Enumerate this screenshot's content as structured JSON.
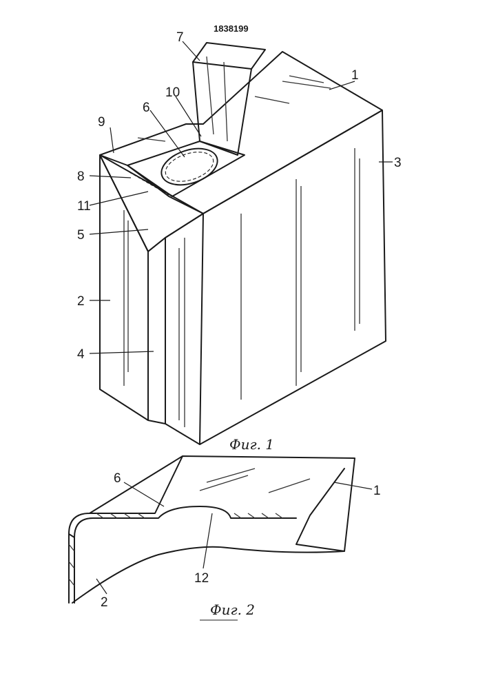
{
  "document": {
    "patent_number": "1838199",
    "figures": [
      {
        "caption": "Фиг. 1",
        "labels": {
          "l1": "1",
          "l2": "2",
          "l3": "3",
          "l4": "4",
          "l5": "5",
          "l6": "6",
          "l7": "7",
          "l8": "8",
          "l9": "9",
          "l10": "10",
          "l11": "11"
        }
      },
      {
        "caption": "Фиг. 2",
        "labels": {
          "l1": "1",
          "l2": "2",
          "l6": "6",
          "l12": "12"
        }
      }
    ]
  }
}
